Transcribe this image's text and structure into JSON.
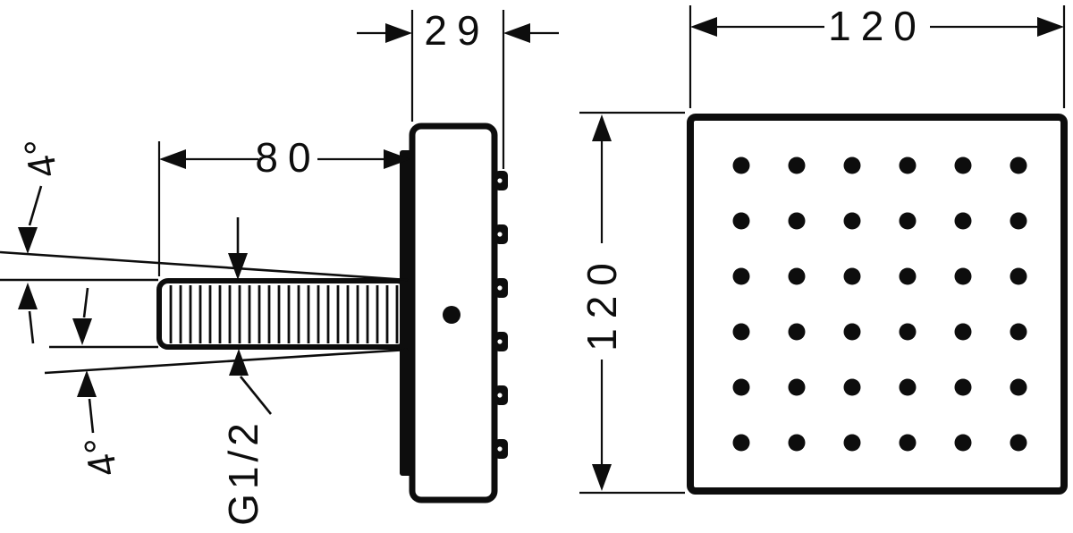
{
  "drawing": {
    "ink_color": "#0d0d0d",
    "background_color": "#ffffff"
  },
  "labels": {
    "depth_mm": "29",
    "arm_length_mm": "80",
    "front_width_mm": "120",
    "front_height_mm": "120",
    "tilt_angle_top": "4°",
    "tilt_angle_bottom": "4°",
    "connection_thread": "G1/2"
  },
  "front_view": {
    "nozzle_rows": 6,
    "nozzle_columns": 6
  },
  "side_view": {
    "visible_nozzle_bumps": 6,
    "hatch_line_count": 24
  }
}
